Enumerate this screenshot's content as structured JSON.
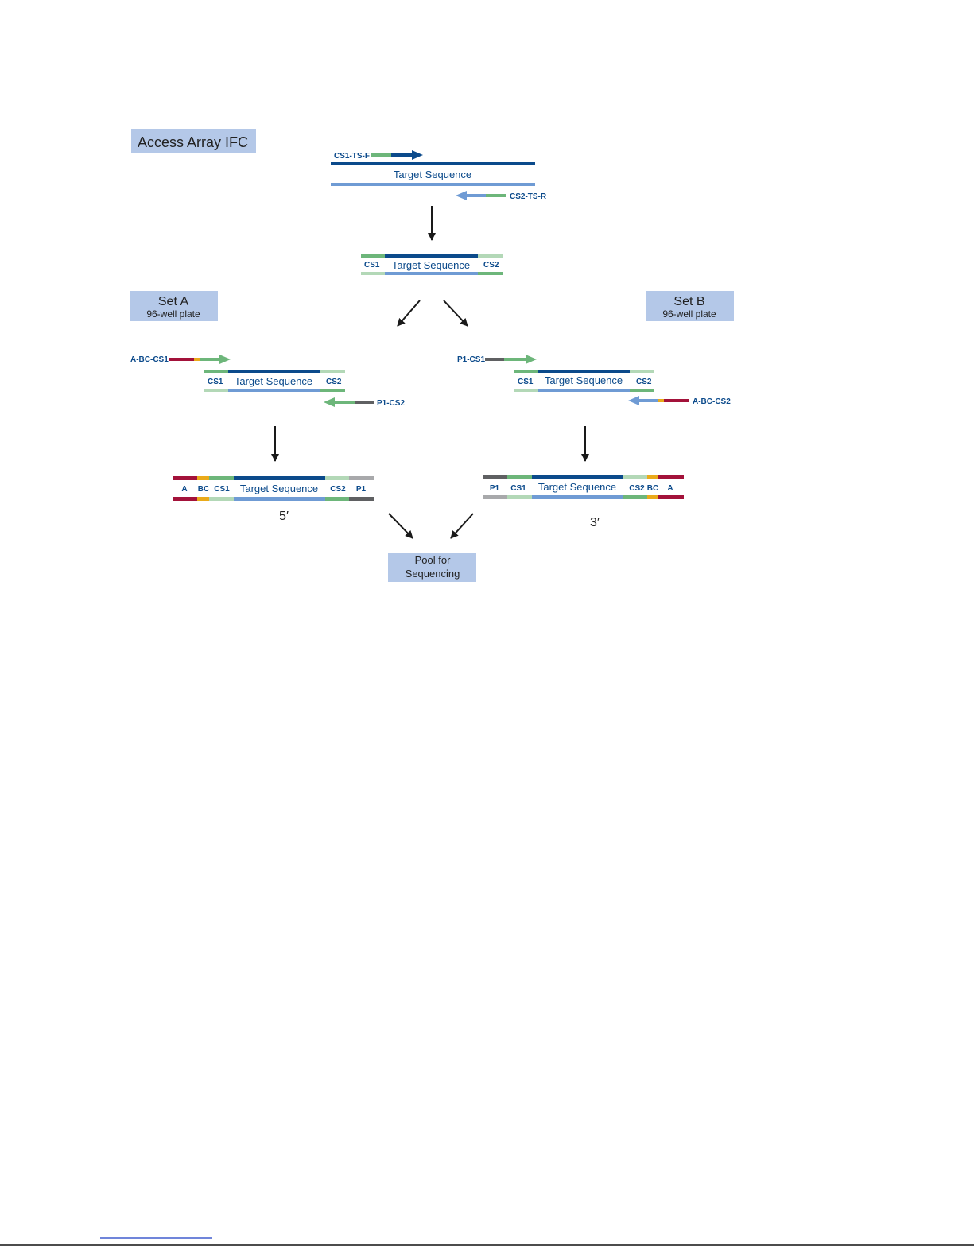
{
  "colors": {
    "dark_blue": "#0b4a8b",
    "light_blue": "#6f9bd4",
    "green": "#6db67a",
    "light_green": "#b3d8b7",
    "red": "#a3123a",
    "yellow": "#eaaa1a",
    "dark_gray": "#5f6062",
    "light_gray": "#a8a9ab",
    "box_fill": "#b4c8e8",
    "label_blue": "#0b4a8b"
  },
  "boxes": {
    "access_array": "Access Array IFC",
    "set_a_title": "Set A",
    "set_a_sub": "96-well plate",
    "set_b_title": "Set B",
    "set_b_sub": "96-well plate",
    "pool_line1": "Pool for",
    "pool_line2": "Sequencing"
  },
  "top": {
    "primer_f": "CS1-TS-F",
    "primer_r": "CS2-TS-R",
    "target": "Target Sequence"
  },
  "amplicon": {
    "cs1": "CS1",
    "target": "Target Sequence",
    "cs2": "CS2"
  },
  "left_branch": {
    "primer_f": "A-BC-CS1",
    "primer_r": "P1-CS2",
    "cs1": "CS1",
    "target": "Target Sequence",
    "cs2": "CS2"
  },
  "right_branch": {
    "primer_f": "P1-CS1",
    "primer_r": "A-BC-CS2",
    "cs1": "CS1",
    "target": "Target Sequence",
    "cs2": "CS2"
  },
  "left_product": {
    "a": "A",
    "bc": "BC",
    "cs1": "CS1",
    "target": "Target Sequence",
    "cs2": "CS2",
    "p1": "P1",
    "end_label": "5′"
  },
  "right_product": {
    "p1": "P1",
    "cs1": "CS1",
    "target": "Target Sequence",
    "cs2": "CS2",
    "bc": "BC",
    "a": "A",
    "end_label": "3′"
  }
}
